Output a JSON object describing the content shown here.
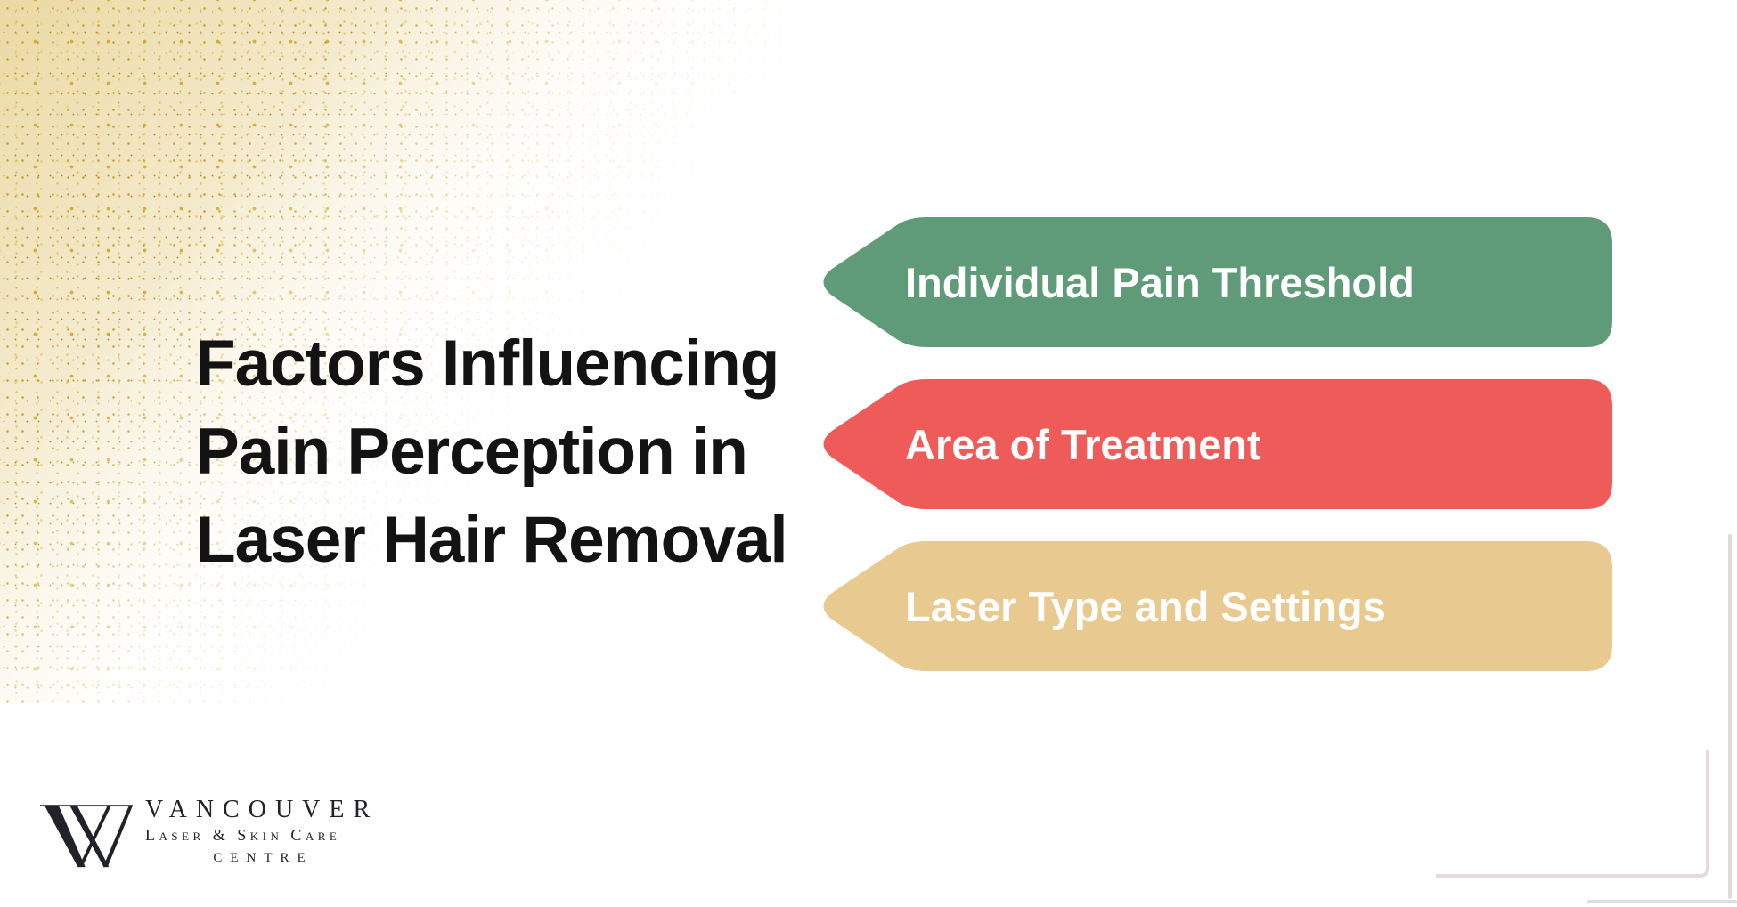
{
  "page": {
    "background": "#ffffff"
  },
  "title": {
    "lines": [
      "Factors Influencing",
      "Pain Perception in",
      "Laser Hair Removal"
    ],
    "color": "#131313"
  },
  "banners": [
    {
      "label": "Individual Pain Threshold",
      "color": "#5f9b78"
    },
    {
      "label": "Area of Treatment",
      "color": "#ef5b59"
    },
    {
      "label": "Laser Type and Settings",
      "color": "#e8c98f"
    }
  ],
  "banner_text_color": "#ffffff",
  "logo": {
    "monogram": "V",
    "name": "VANCOUVER",
    "subtitle": "Laser & Skin Care",
    "line3": "CENTRE",
    "color": "#22222a"
  },
  "decorations": {
    "glitter_colors": [
      "#c9a22e",
      "#ddbb58",
      "#e8d184",
      "#b28c28",
      "#d4af37"
    ],
    "frame_lines_color": "#e3dada"
  }
}
